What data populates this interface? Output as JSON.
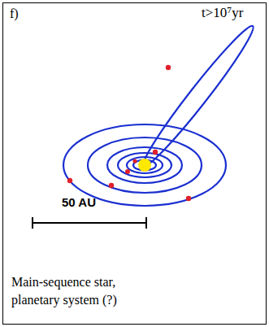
{
  "diagram": {
    "labels": [
      "f)",
      "t>10⁷yr",
      "50 AU",
      "Main-sequence star, planetary system (?)"
    ]
  }
}
